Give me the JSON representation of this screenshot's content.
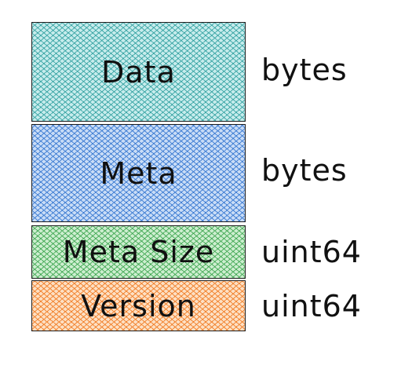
{
  "fields": [
    {
      "label": "Data",
      "type": "bytes",
      "color": "#12b886"
    },
    {
      "label": "Meta",
      "type": "bytes",
      "color": "#228be6"
    },
    {
      "label": "Meta Size",
      "type": "uint64",
      "color": "#40c057"
    },
    {
      "label": "Version",
      "type": "uint64",
      "color": "#fd7e14"
    }
  ]
}
